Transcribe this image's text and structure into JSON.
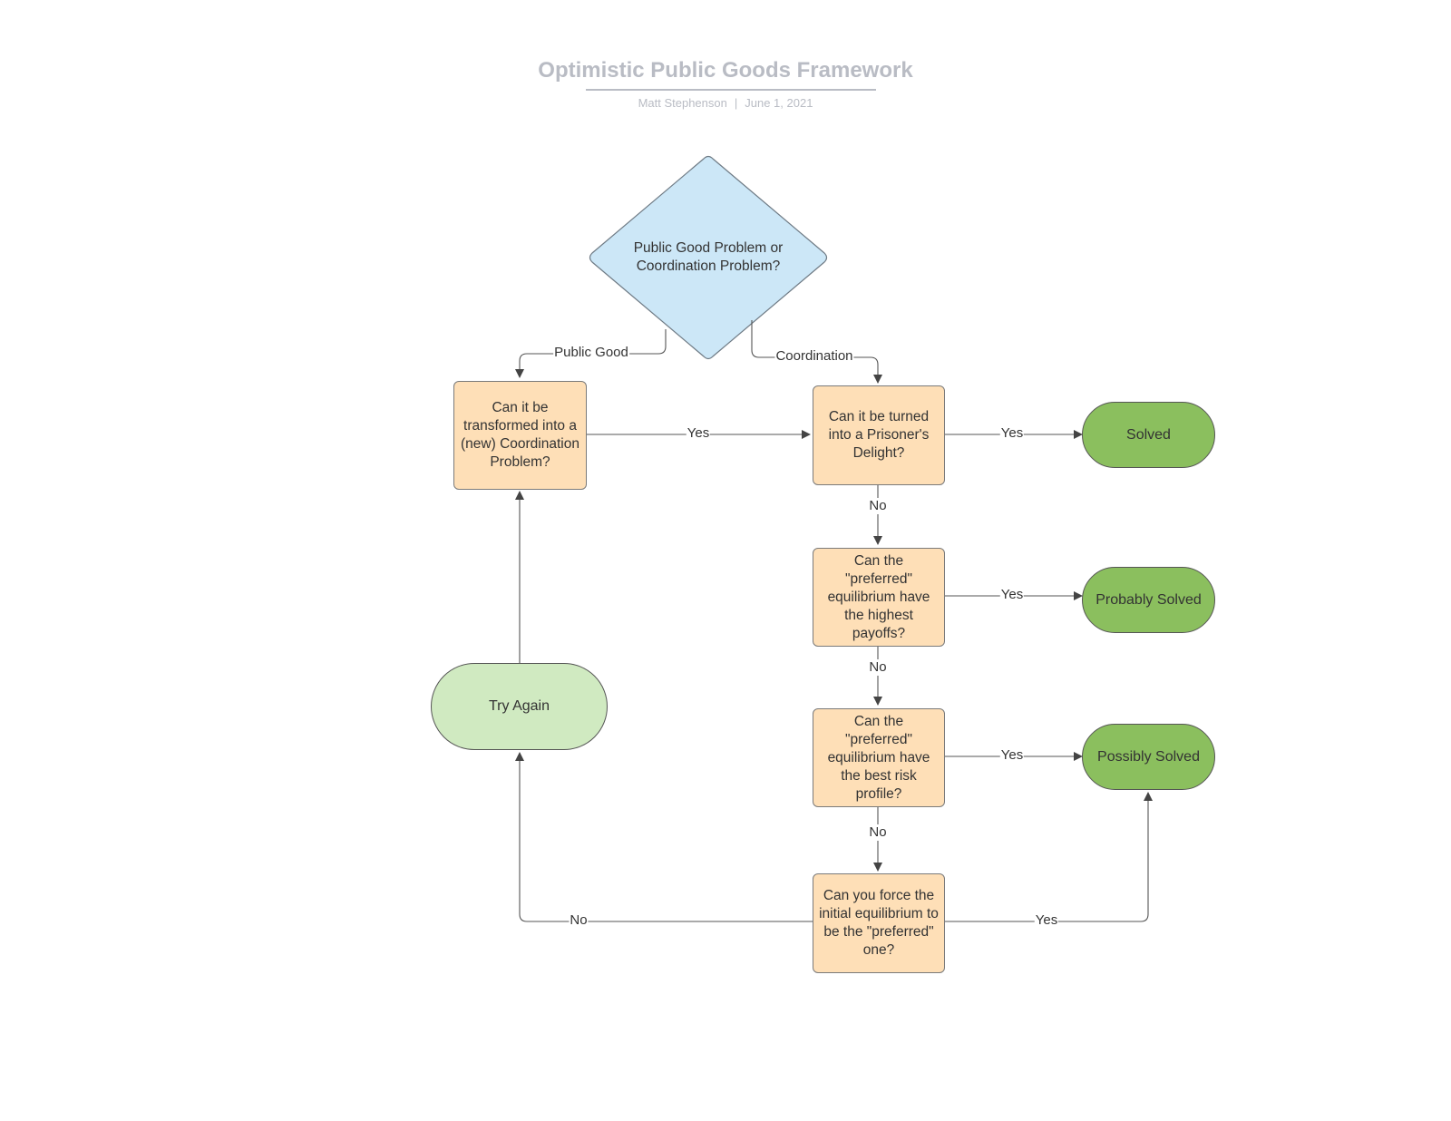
{
  "header": {
    "title": "Optimistic Public Goods Framework",
    "author": "Matt Stephenson",
    "separator": "|",
    "date": "June 1, 2021"
  },
  "colors": {
    "decision_fill": "#cce7f7",
    "process_fill": "#fedfb7",
    "solved_fill": "#8bbf5e",
    "retry_fill": "#d0eac1",
    "title_color": "#b9bcc4",
    "edge_color": "#444444"
  },
  "nodes": {
    "start": "Public Good Problem or Coordination Problem?",
    "transform": "Can it be transformed into a (new) Coordination Problem?",
    "prisoners_delight": "Can it be turned into a Prisoner's Delight?",
    "highest_payoffs": "Can the \"preferred\" equilibrium have the highest payoffs?",
    "best_risk": "Can the \"preferred\" equilibrium have the best risk profile?",
    "force_initial": "Can you force the initial equilibrium to be the \"preferred\" one?",
    "solved": "Solved",
    "probably_solved": "Probably Solved",
    "possibly_solved": "Possibly Solved",
    "try_again": "Try Again"
  },
  "edge_labels": {
    "public_good": "Public Good",
    "coordination": "Coordination",
    "transform_yes": "Yes",
    "pd_yes": "Yes",
    "pd_no": "No",
    "payoffs_yes": "Yes",
    "payoffs_no": "No",
    "risk_yes": "Yes",
    "risk_no": "No",
    "force_no": "No",
    "force_yes": "Yes"
  }
}
